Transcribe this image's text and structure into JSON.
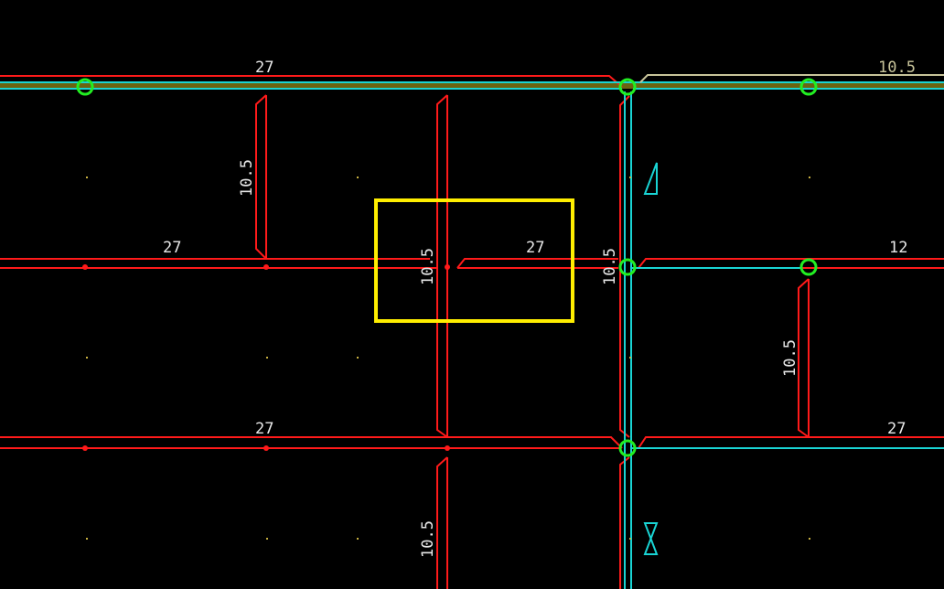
{
  "drawing": {
    "colors": {
      "background": "#000000",
      "beam": "#ff1a1a",
      "wall": "#19d4d4",
      "selection": "#ffee00",
      "node": "#22ee22",
      "label": "#e8e8e8",
      "label_alt": "#c8c49a"
    },
    "labels": {
      "top_left_span": "27",
      "top_right_span": "10.5",
      "left_vertical_upper": "10.5",
      "mid_left_span": "27",
      "mid_center_vertical": "10.5",
      "mid_center_span": "27",
      "column_vertical": "10.5",
      "mid_right_span": "12",
      "right_vertical": "10.5",
      "bottom_left_span": "27",
      "bottom_right_span": "27",
      "bottom_center_vertical": "10.5"
    },
    "icons": [
      "triangle-marker-icon",
      "hourglass-marker-icon"
    ]
  }
}
